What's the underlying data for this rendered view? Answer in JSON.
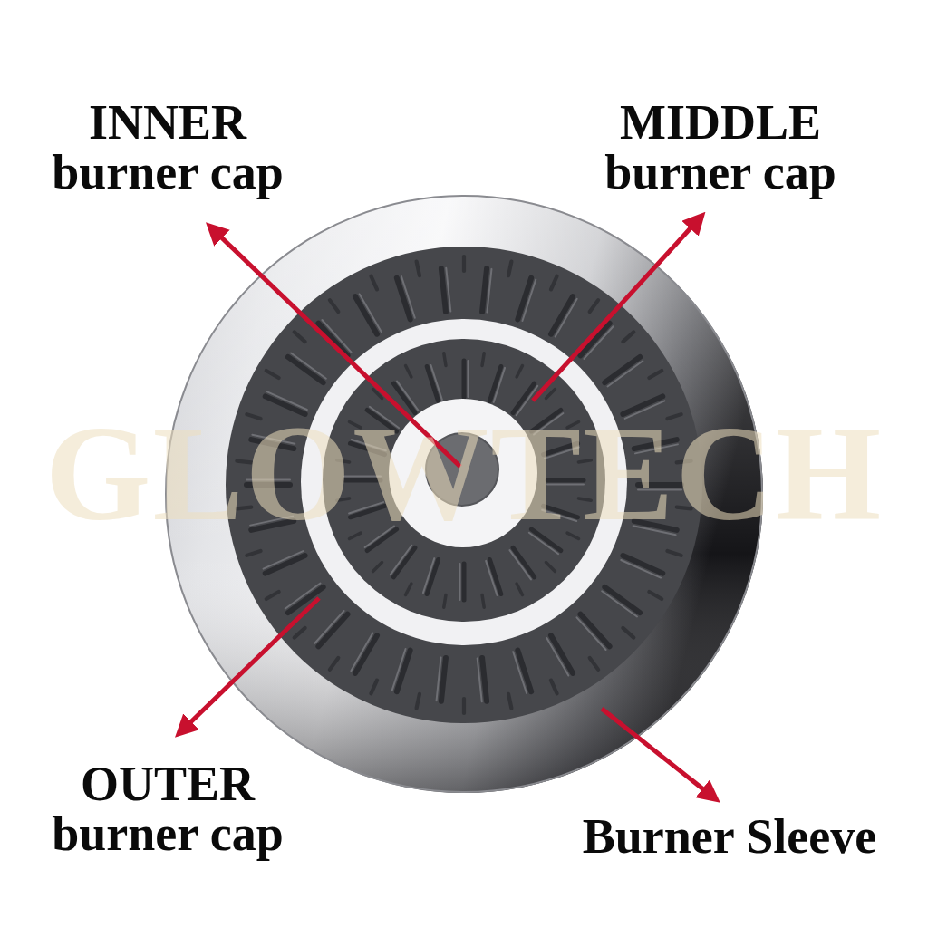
{
  "diagram": {
    "labels": [
      "INNER burner cap",
      "MIDDLE burner cap",
      "OUTER burner cap",
      "Burner Sleeve",
      "GLOWTECH"
    ]
  }
}
